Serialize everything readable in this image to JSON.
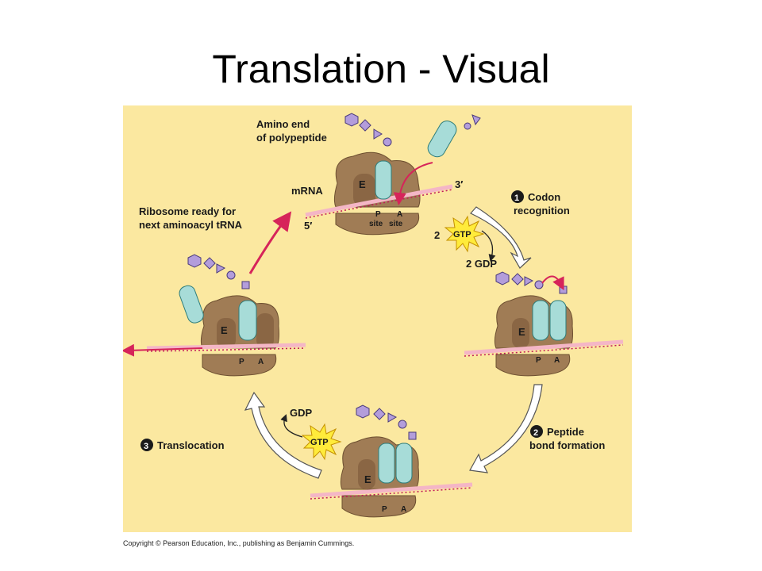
{
  "title": "Translation - Visual",
  "copyright": "Copyright © Pearson Education, Inc., publishing as Benjamin Cummings.",
  "colors": {
    "background": "#fbe8a0",
    "ribosome": "#a07c55",
    "trna": "#a7dcd8",
    "mrna": "#f4b6c6",
    "codon_ticks": "#c2185b",
    "cycle_arrow": "#ffffff",
    "red_arrow": "#d6245a",
    "amino_acid": "#b39ddb",
    "gtp_burst": "#ffeb3b"
  },
  "labels": {
    "amino_end": [
      "Amino end",
      "of polypeptide"
    ],
    "mrna": "mRNA",
    "three_prime": "3′",
    "five_prime": "5′",
    "e_site": "E",
    "p_site": "P",
    "a_site": "A",
    "p_site_label": "site",
    "a_site_label": "site",
    "ribosome_ready": [
      "Ribosome ready for",
      "next aminoacyl tRNA"
    ],
    "step1_num": "1",
    "step1": [
      "Codon",
      "recognition"
    ],
    "step2_num": "2",
    "step2": [
      "Peptide",
      "bond formation"
    ],
    "step3_num": "3",
    "step3": "Translocation",
    "gtp": "GTP",
    "two": "2",
    "two_gdp": "2 GDP",
    "gdp": "GDP"
  },
  "icons": {
    "amino_acid": "hexagon-square-triangle-circle",
    "gtp": "yellow-star-burst"
  }
}
